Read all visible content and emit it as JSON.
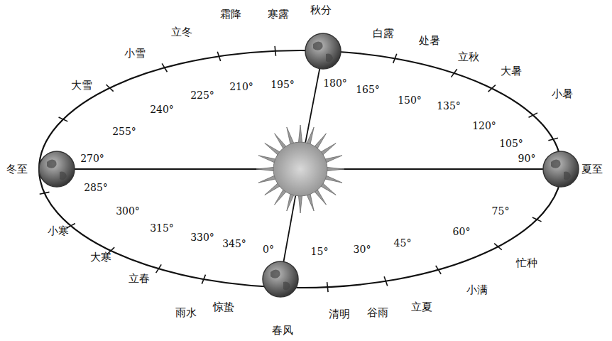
{
  "diagram": {
    "labels": [
      "0°",
      "15°",
      "30°",
      "45°",
      "60°",
      "75°",
      "90°",
      "105°",
      "120°",
      "135°",
      "150°",
      "165°",
      "180°",
      "195°",
      "210°",
      "225°",
      "240°",
      "255°",
      "270°",
      "285°",
      "300°",
      "315°",
      "330°",
      "345°",
      "春风",
      "清明",
      "谷雨",
      "立夏",
      "小满",
      "忙种",
      "夏至",
      "小暑",
      "大暑",
      "立秋",
      "处暑",
      "白露",
      "秋分",
      "寒露",
      "霜降",
      "立冬",
      "小雪",
      "大雪",
      "冬至",
      "小寒",
      "大寒",
      "立春",
      "雨水",
      "惊蛰"
    ]
  }
}
